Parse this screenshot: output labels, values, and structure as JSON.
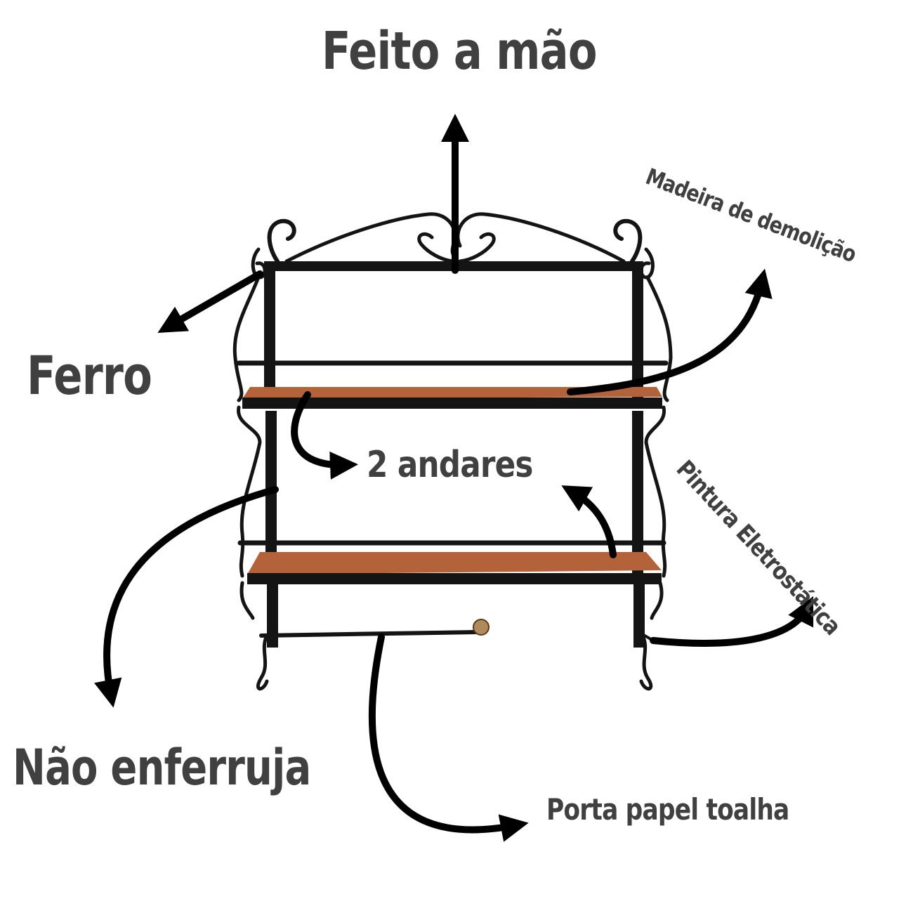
{
  "labels": {
    "feito": "Feito a mão",
    "ferro": "Ferro",
    "madeira": "Madeira de demolição",
    "andares": "2 andares",
    "pintura": "Pintura Eletrostática",
    "nao_enferruja": "Não enferruja",
    "porta_papel": "Porta papel toalha"
  },
  "colors": {
    "iron": "#141414",
    "wood": "#b3623a",
    "wood_dark": "#8a4526",
    "arrow": "#000000",
    "text": "#404040"
  },
  "icons": [
    "arrow-icon",
    "shelf-illustration"
  ]
}
